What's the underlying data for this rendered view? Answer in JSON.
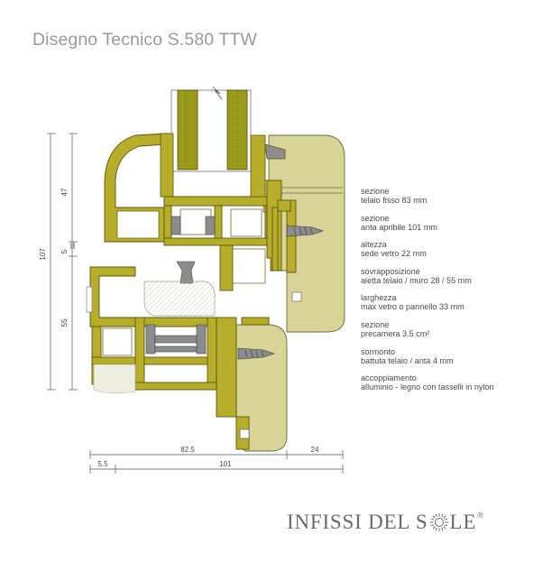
{
  "title": "Disegno Tecnico S.580 TTW",
  "colors": {
    "aluminium": "#b6ad2a",
    "aluminium_stroke": "#5c5610",
    "wood": "#d8d497",
    "wood_stroke": "#6e6a3c",
    "glass_seal": "#9a9a1c",
    "gasket": "#8c8c8c",
    "insulation": "#eeeee0",
    "dimension_line": "#555555"
  },
  "dimensions": {
    "vertical": {
      "total": "107",
      "top": "47",
      "middle": "5",
      "bottom": "55"
    },
    "horizontal": {
      "d82_5": "82.5",
      "d24": "24",
      "d5_5": "5.5",
      "d101": "101"
    }
  },
  "specs": [
    {
      "label": "sezione",
      "value": "telaio fisso 83 mm"
    },
    {
      "label": "sezione",
      "value": "anta apribile 101 mm"
    },
    {
      "label": "altezza",
      "value": "sede vetro 22 mm"
    },
    {
      "label": "sovrapposizione",
      "value": "aletta telaio / muro 28 / 55 mm"
    },
    {
      "label": "larghezza",
      "value": "max vetro o pannello 33 mm"
    },
    {
      "label": "sezione",
      "value": "precamera 3.5 cm²"
    },
    {
      "label": "sormonto",
      "value": "battuta telaio / anta 4 mm"
    },
    {
      "label": "accoppiamento",
      "value": "alluminio - legno con tasselli in nylon"
    }
  ],
  "brand": {
    "part1": "INFISSI DEL S",
    "part2": "LE",
    "registered": "®",
    "icon": "sun-logo-icon"
  }
}
